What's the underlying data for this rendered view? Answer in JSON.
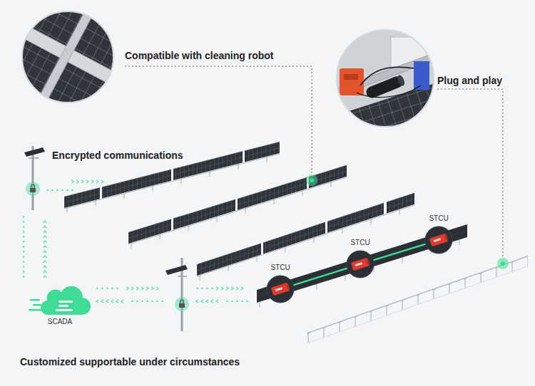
{
  "diagram": {
    "caption": "Customized supportable under circumstances",
    "nodes": [
      {
        "text": [
          "SCADA"
        ]
      },
      {
        "text": [
          "STCU"
        ]
      },
      {
        "text": [
          "STCU"
        ]
      },
      {
        "text": [
          "STCU"
        ]
      }
    ],
    "edges": [
      {
        "from": 1,
        "to": 2,
        "arrow": "none"
      },
      {
        "from": 2,
        "to": 3,
        "arrow": "none"
      }
    ],
    "labels": [
      "Compatible with cleaning robot",
      "Plug and play",
      "Encrypted communications"
    ]
  }
}
